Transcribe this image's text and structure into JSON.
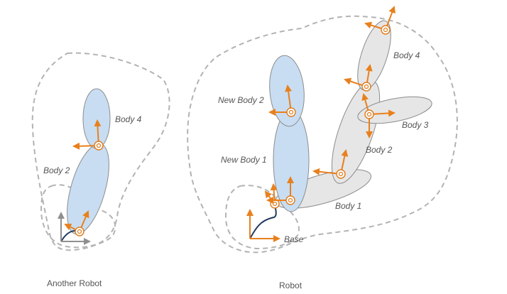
{
  "left_robot": {
    "caption": "Another Robot",
    "labels": {
      "body4": "Body 4",
      "body2": "Body 2"
    }
  },
  "right_robot": {
    "caption": "Robot",
    "labels": {
      "new_body2": "New Body 2",
      "new_body1": "New Body 1",
      "body4": "Body 4",
      "body3": "Body 3",
      "body2": "Body 2",
      "body1": "Body 1",
      "base": "Base"
    }
  },
  "colors": {
    "frame_axes": "#e8801d",
    "base_axes_gray": "#8f8f8f",
    "blue_body": "#c8ddf2",
    "gray_body": "#e6e6e6",
    "boundary": "#b3b3b3",
    "base_curve": "#1f3a5f"
  },
  "icons": [
    "coordinate-frame-icon",
    "joint-icon"
  ]
}
